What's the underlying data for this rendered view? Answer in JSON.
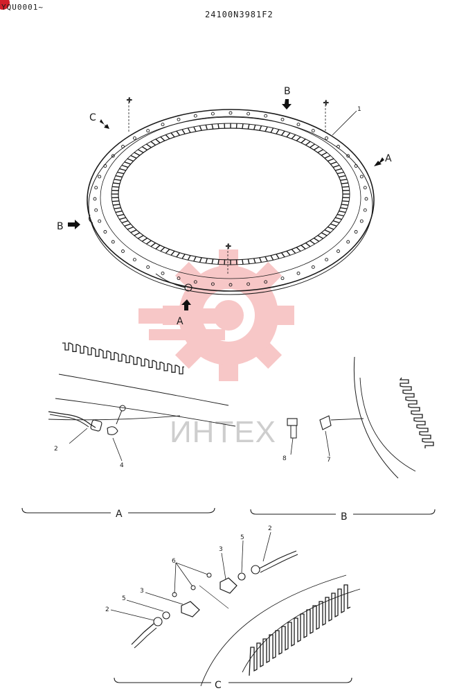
{
  "header": {
    "corner_code": "YQU0001~",
    "drawing_number": "24100N3981F2"
  },
  "watermark": {
    "text": "ИНТЕХ",
    "logo_icon": "gear-logo-icon",
    "color": "#f29a9a"
  },
  "main_view": {
    "arrows": [
      {
        "id": "arrow-a-right",
        "label": "A"
      },
      {
        "id": "arrow-a-bottom",
        "label": "A"
      },
      {
        "id": "arrow-b-top",
        "label": "B"
      },
      {
        "id": "arrow-b-left",
        "label": "B"
      },
      {
        "id": "arrow-c",
        "label": "C"
      }
    ],
    "part_label": "1"
  },
  "detail_a": {
    "caption": "A",
    "parts": [
      "2",
      "4"
    ]
  },
  "detail_b": {
    "caption": "B",
    "parts": [
      "8",
      "7"
    ]
  },
  "detail_c": {
    "caption": "C",
    "parts": [
      "2",
      "3",
      "5",
      "6",
      "3",
      "5",
      "2"
    ]
  }
}
